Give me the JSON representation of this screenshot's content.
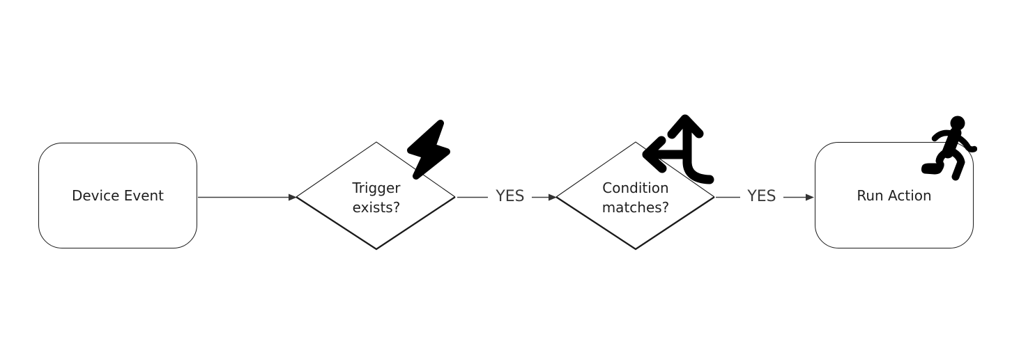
{
  "colors": {
    "background": "#ffffff",
    "shape_stroke": "#1a1a1a",
    "connector": "#404040",
    "node_text": "#1f1f1f",
    "edge_label_text": "#3a3a3a",
    "icon": "#000000"
  },
  "flowchart": {
    "nodes": [
      {
        "id": "device-event",
        "shape": "rounded-rectangle",
        "label": "Device Event",
        "icon": null
      },
      {
        "id": "trigger-exists",
        "shape": "diamond",
        "label": "Trigger exists?",
        "icon": "lightning-bolt-icon"
      },
      {
        "id": "condition-matches",
        "shape": "diamond",
        "label": "Condition matches?",
        "icon": "directions-fork-icon"
      },
      {
        "id": "run-action",
        "shape": "rounded-rectangle",
        "label": "Run Action",
        "icon": "running-person-icon"
      }
    ],
    "edges": [
      {
        "from": "device-event",
        "to": "trigger-exists",
        "label": ""
      },
      {
        "from": "trigger-exists",
        "to": "condition-matches",
        "label": "YES"
      },
      {
        "from": "condition-matches",
        "to": "run-action",
        "label": "YES"
      }
    ]
  }
}
